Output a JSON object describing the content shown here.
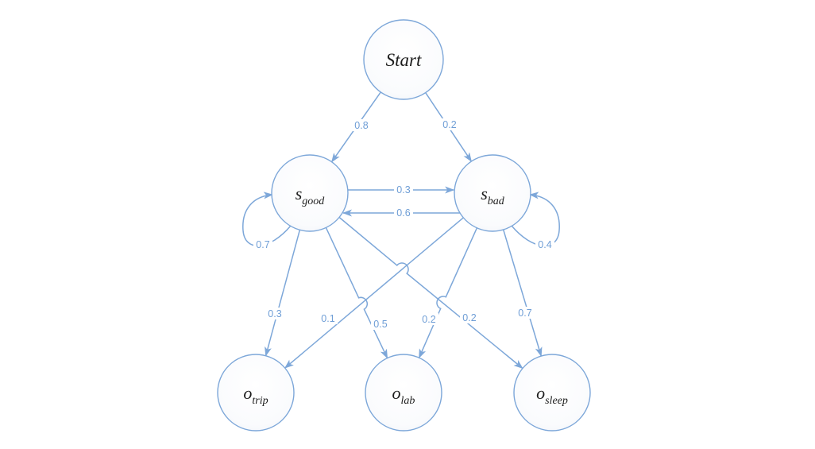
{
  "colors": {
    "accent": "#7da7d9",
    "node_fill": "#f7f9fc",
    "node_text": "#1c1c1c",
    "edge_label_text": "#6f9ed6",
    "background": "#ffffff"
  },
  "nodes": {
    "start": {
      "label": "Start",
      "sub": ""
    },
    "s_good": {
      "label": "s",
      "sub": "good"
    },
    "s_bad": {
      "label": "s",
      "sub": "bad"
    },
    "o_trip": {
      "label": "o",
      "sub": "trip"
    },
    "o_lab": {
      "label": "o",
      "sub": "lab"
    },
    "o_sleep": {
      "label": "o",
      "sub": "sleep"
    }
  },
  "edges": {
    "start_to_s_good": {
      "from": "Start",
      "to": "s_good",
      "label": "0.8"
    },
    "start_to_s_bad": {
      "from": "Start",
      "to": "s_bad",
      "label": "0.2"
    },
    "s_good_to_s_bad": {
      "from": "s_good",
      "to": "s_bad",
      "label": "0.3"
    },
    "s_bad_to_s_good": {
      "from": "s_bad",
      "to": "s_good",
      "label": "0.6"
    },
    "s_good_self_loop": {
      "from": "s_good",
      "to": "s_good",
      "label": "0.7"
    },
    "s_bad_self_loop": {
      "from": "s_bad",
      "to": "s_bad",
      "label": "0.4"
    },
    "s_good_to_o_trip": {
      "from": "s_good",
      "to": "o_trip",
      "label": "0.3"
    },
    "s_bad_to_o_trip": {
      "from": "s_bad",
      "to": "o_trip",
      "label": "0.1"
    },
    "s_good_to_o_lab": {
      "from": "s_good",
      "to": "o_lab",
      "label": "0.5"
    },
    "s_bad_to_o_lab": {
      "from": "s_bad",
      "to": "o_lab",
      "label": "0.2"
    },
    "s_good_to_o_sleep": {
      "from": "s_good",
      "to": "o_sleep",
      "label": "0.2"
    },
    "s_bad_to_o_sleep": {
      "from": "s_bad",
      "to": "o_sleep",
      "label": "0.7"
    }
  }
}
